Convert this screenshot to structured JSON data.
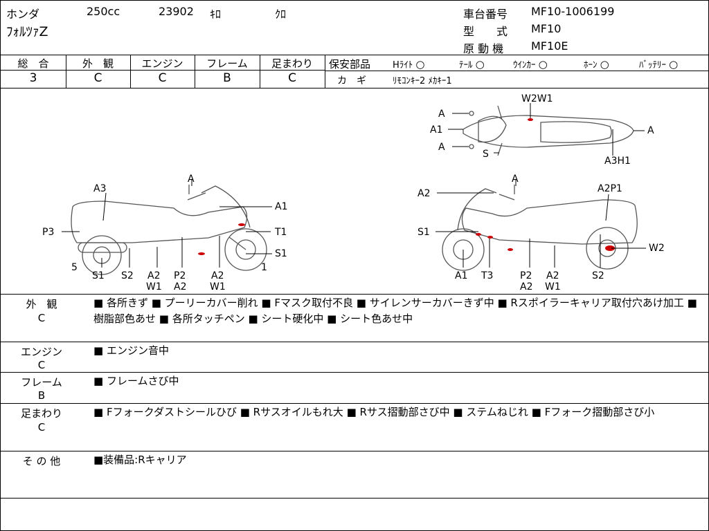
{
  "header": {
    "maker": "ホンダ",
    "displacement": "250cc",
    "mileage": "23902",
    "mileage_unit": "ｷﾛ",
    "color": "ｸﾛ",
    "model_name": "ﾌｫﾙﾂｧZ",
    "frame_no_label": "車台番号",
    "frame_no": "MF10-1006199",
    "type_label": "型　　式",
    "type": "MF10",
    "engine_label": "原 動 機",
    "engine": "MF10E"
  },
  "grades": [
    {
      "label": "総　合",
      "value": "3"
    },
    {
      "label": "外　観",
      "value": "C"
    },
    {
      "label": "エンジン",
      "value": "C"
    },
    {
      "label": "フレーム",
      "value": "B"
    },
    {
      "label": "足まわり",
      "value": "C"
    }
  ],
  "safety": {
    "label": "保安部品",
    "items": [
      {
        "name": "Hﾗｲﾄ",
        "mark": "○"
      },
      {
        "name": "ﾃｰﾙ",
        "mark": "○"
      },
      {
        "name": "ｳｲﾝｶｰ",
        "mark": "○"
      },
      {
        "name": "ﾎｰﾝ",
        "mark": "○"
      },
      {
        "name": "ﾊﾞｯﾃﾘｰ",
        "mark": "○"
      }
    ],
    "key_label": "カ　ギ",
    "key_value": "ﾘﾓｺﾝｷｰ2 ﾒｶｷｰ1"
  },
  "diagram": {
    "top": {
      "w2w1": "W2W1",
      "a_tl": "A",
      "a1": "A1",
      "a_bl": "A",
      "s": "S",
      "a_r": "A",
      "a3h1": "A3H1"
    },
    "left": {
      "a_top": "A",
      "a3": "A3",
      "a1": "A1",
      "p3": "P3",
      "t1": "T1",
      "s1r": "S1",
      "n5": "5",
      "n1": "1",
      "s1": "S1",
      "s2": "S2",
      "a2w1a": "A2",
      "a2w1b": "W1",
      "p2a2a": "P2",
      "p2a2b": "A2",
      "a2w1c": "A2",
      "a2w1d": "W1"
    },
    "right": {
      "a_top": "A",
      "a2": "A2",
      "a2p1": "A2P1",
      "s1": "S1",
      "w2": "W2",
      "a1": "A1",
      "t3": "T3",
      "p2a": "P2",
      "p2b": "A2",
      "a2a": "A2",
      "a2b": "W1",
      "s2": "S2"
    }
  },
  "sections": [
    {
      "name": "外　観",
      "grade": "C",
      "text": "■ 各所きず ■ プーリーカバー削れ ■ Fマスク取付不良 ■ サイレンサーカバーきず中 ■ Rスポイラーキャリア取付穴あけ加工 ■ 樹脂部色あせ ■ 各所タッチペン ■ シート硬化中 ■ シート色あせ中"
    },
    {
      "name": "エンジン",
      "grade": "C",
      "text": "■ エンジン音中"
    },
    {
      "name": "フレーム",
      "grade": "B",
      "text": "■ フレームさび中"
    },
    {
      "name": "足まわり",
      "grade": "C",
      "text": "■ Fフォークダストシールひび ■ Rサスオイルもれ大 ■ Rサス摺動部さび中 ■ ステムねじれ ■ Fフォーク摺動部さび小"
    },
    {
      "name": "そ の 他",
      "grade": "",
      "text": "■装備品:Rキャリア"
    }
  ],
  "colors": {
    "line": "#000000",
    "sketch": "#555555",
    "damage": "#cc0000"
  }
}
